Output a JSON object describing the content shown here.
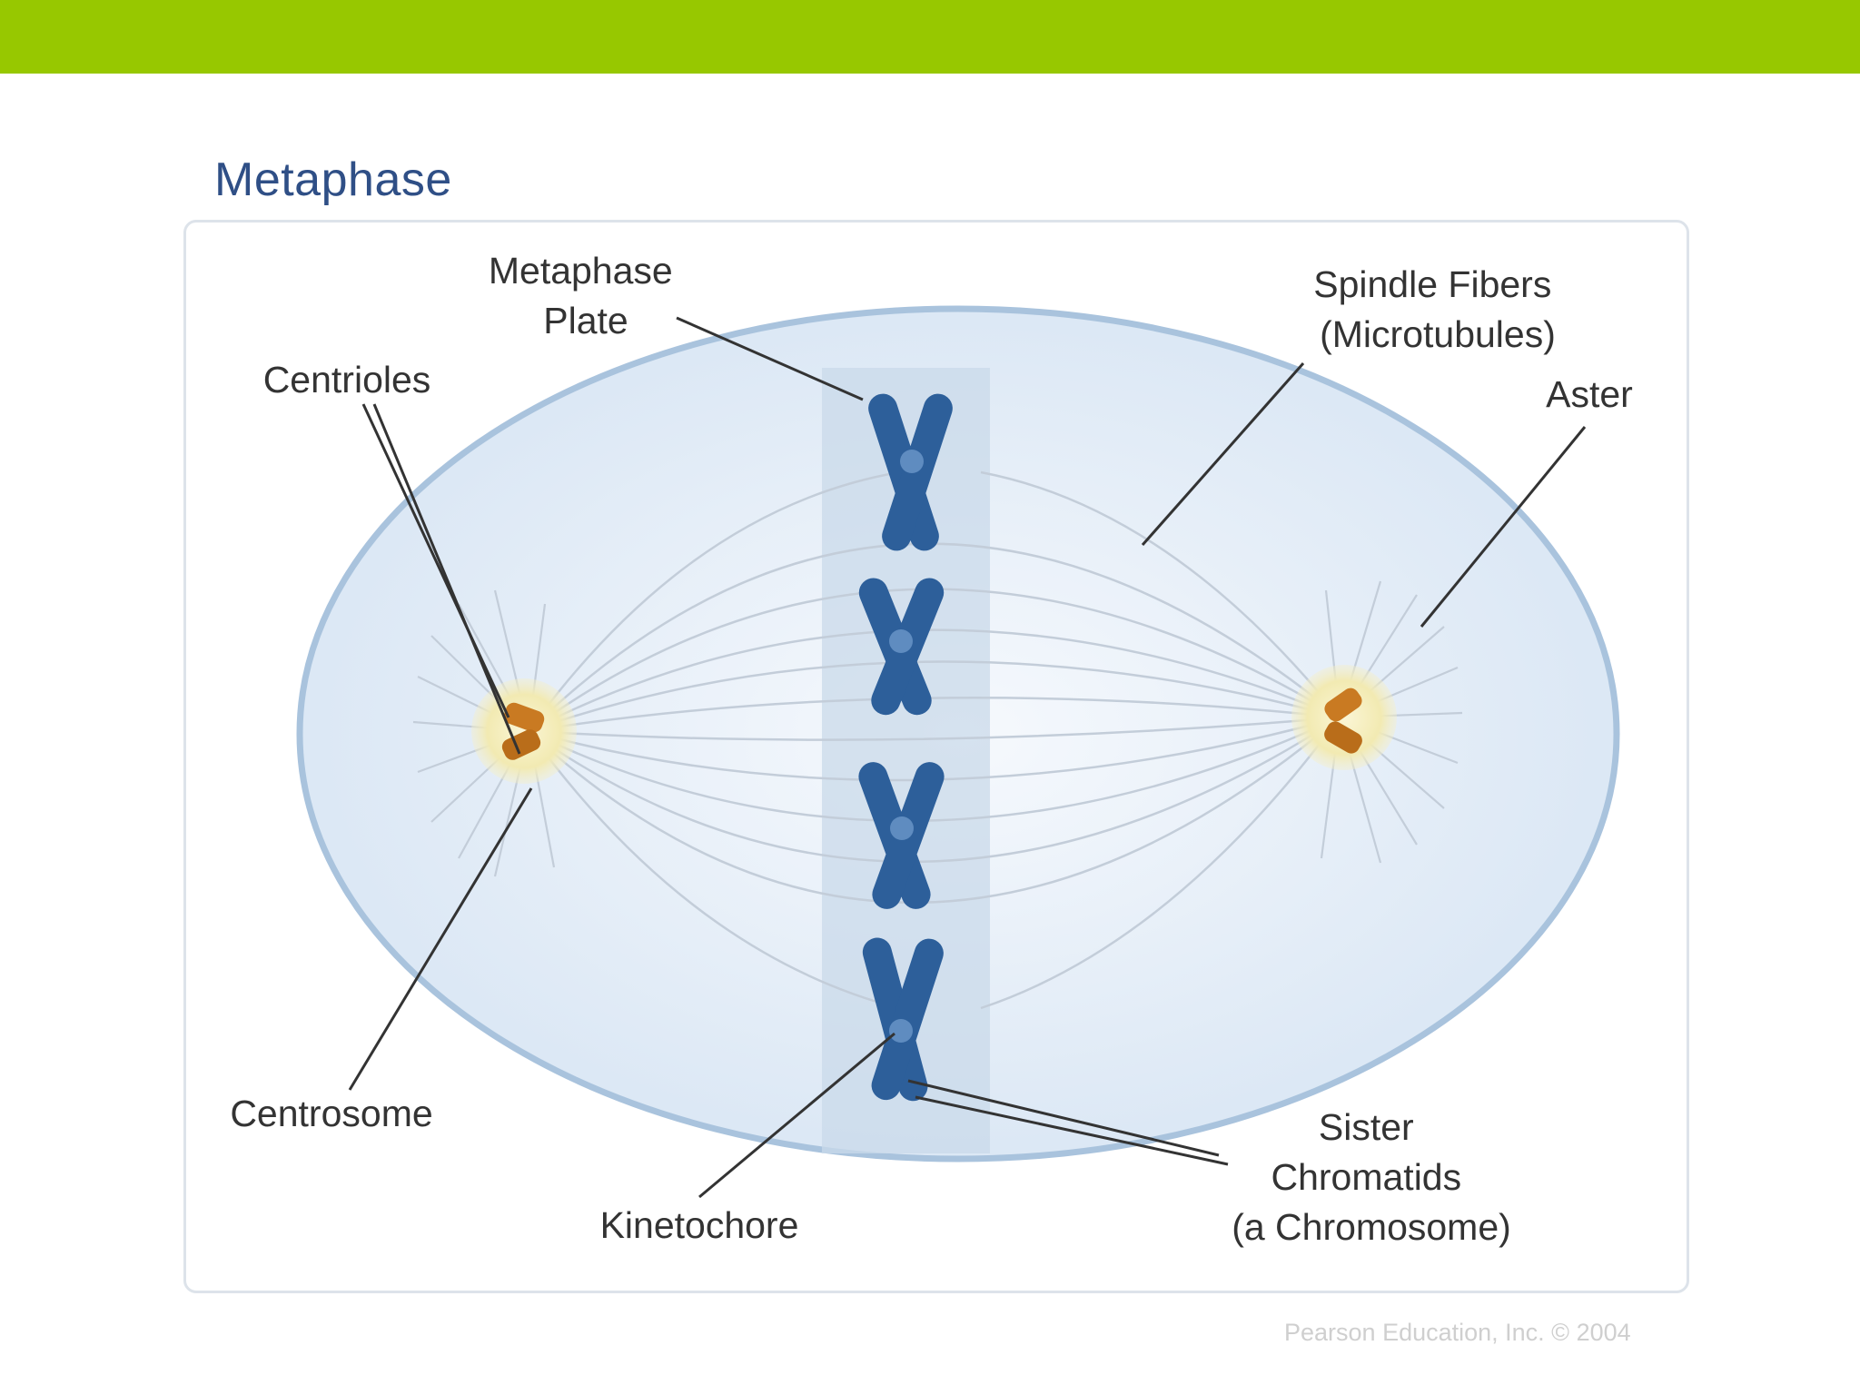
{
  "header": {
    "bar_color": "#97c800"
  },
  "figure": {
    "title": "Metaphase",
    "labels": {
      "metaphase_plate": [
        "Metaphase",
        "Plate"
      ],
      "spindle_fibers": [
        "Spindle Fibers",
        "(Microtubules)"
      ],
      "centrioles": "Centrioles",
      "aster": "Aster",
      "centrosome": "Centrosome",
      "kinetochore": "Kinetochore",
      "sister_chromatids": [
        "Sister",
        "Chromatids",
        "(a Chromosome)"
      ]
    },
    "credit": "Pearson Education, Inc. © 2004"
  },
  "colors": {
    "title": "#2f4f86",
    "cell_fill": "#e4eefa",
    "cell_border": "#a9c3dd",
    "plate_band": "#cad9ea",
    "chromosome": "#2d5f9a",
    "centrosome_fill": "#f2ebb4",
    "centriole": "#c97a22",
    "spindle": "#c9d3de",
    "leader_line": "#333333"
  }
}
